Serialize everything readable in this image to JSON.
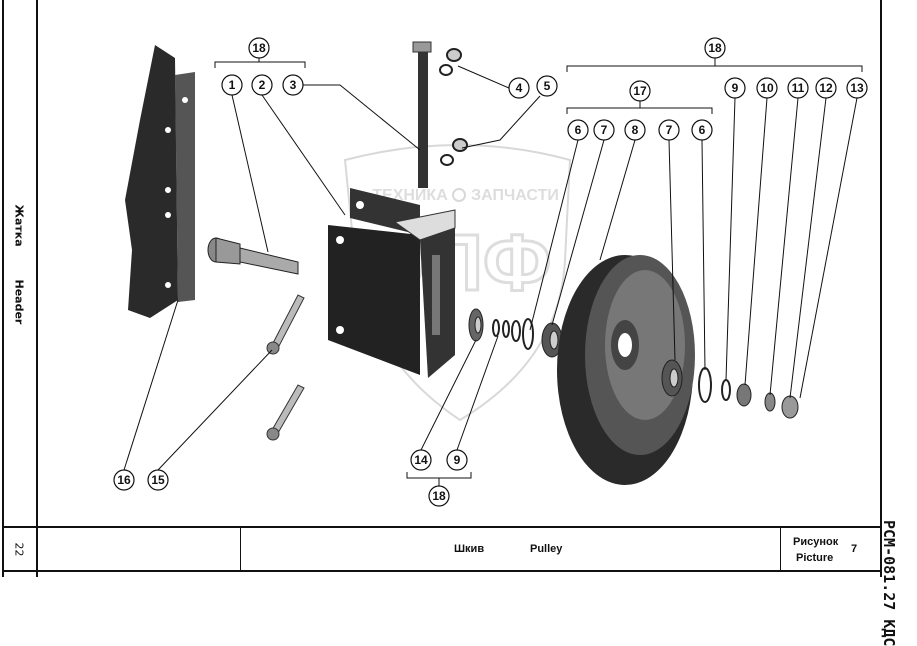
{
  "side_label": {
    "ru": "Жатка",
    "en": "Header"
  },
  "page_number": "22",
  "title": {
    "ru": "Шкив",
    "en": "Pulley"
  },
  "figure": {
    "label_ru": "Рисунок",
    "label_en": "Picture",
    "number": "7"
  },
  "document_code": "РСМ-081.27 КДС",
  "watermark": {
    "top_left": "ТЕХНИКА",
    "top_right": "ЗАПЧАСТИ",
    "logo": "ЭПФ",
    "icon": "gear-icon"
  },
  "callouts": [
    {
      "id": "c18a",
      "label": "18"
    },
    {
      "id": "c1",
      "label": "1"
    },
    {
      "id": "c2",
      "label": "2"
    },
    {
      "id": "c3",
      "label": "3"
    },
    {
      "id": "c4",
      "label": "4"
    },
    {
      "id": "c5",
      "label": "5"
    },
    {
      "id": "c18b",
      "label": "18"
    },
    {
      "id": "c17",
      "label": "17"
    },
    {
      "id": "c6a",
      "label": "6"
    },
    {
      "id": "c7a",
      "label": "7"
    },
    {
      "id": "c8",
      "label": "8"
    },
    {
      "id": "c7b",
      "label": "7"
    },
    {
      "id": "c6b",
      "label": "6"
    },
    {
      "id": "c9a",
      "label": "9"
    },
    {
      "id": "c10",
      "label": "10"
    },
    {
      "id": "c11",
      "label": "11"
    },
    {
      "id": "c12",
      "label": "12"
    },
    {
      "id": "c13",
      "label": "13"
    },
    {
      "id": "c14",
      "label": "14"
    },
    {
      "id": "c9b",
      "label": "9"
    },
    {
      "id": "c18c",
      "label": "18"
    },
    {
      "id": "c16",
      "label": "16"
    },
    {
      "id": "c15",
      "label": "15"
    }
  ]
}
